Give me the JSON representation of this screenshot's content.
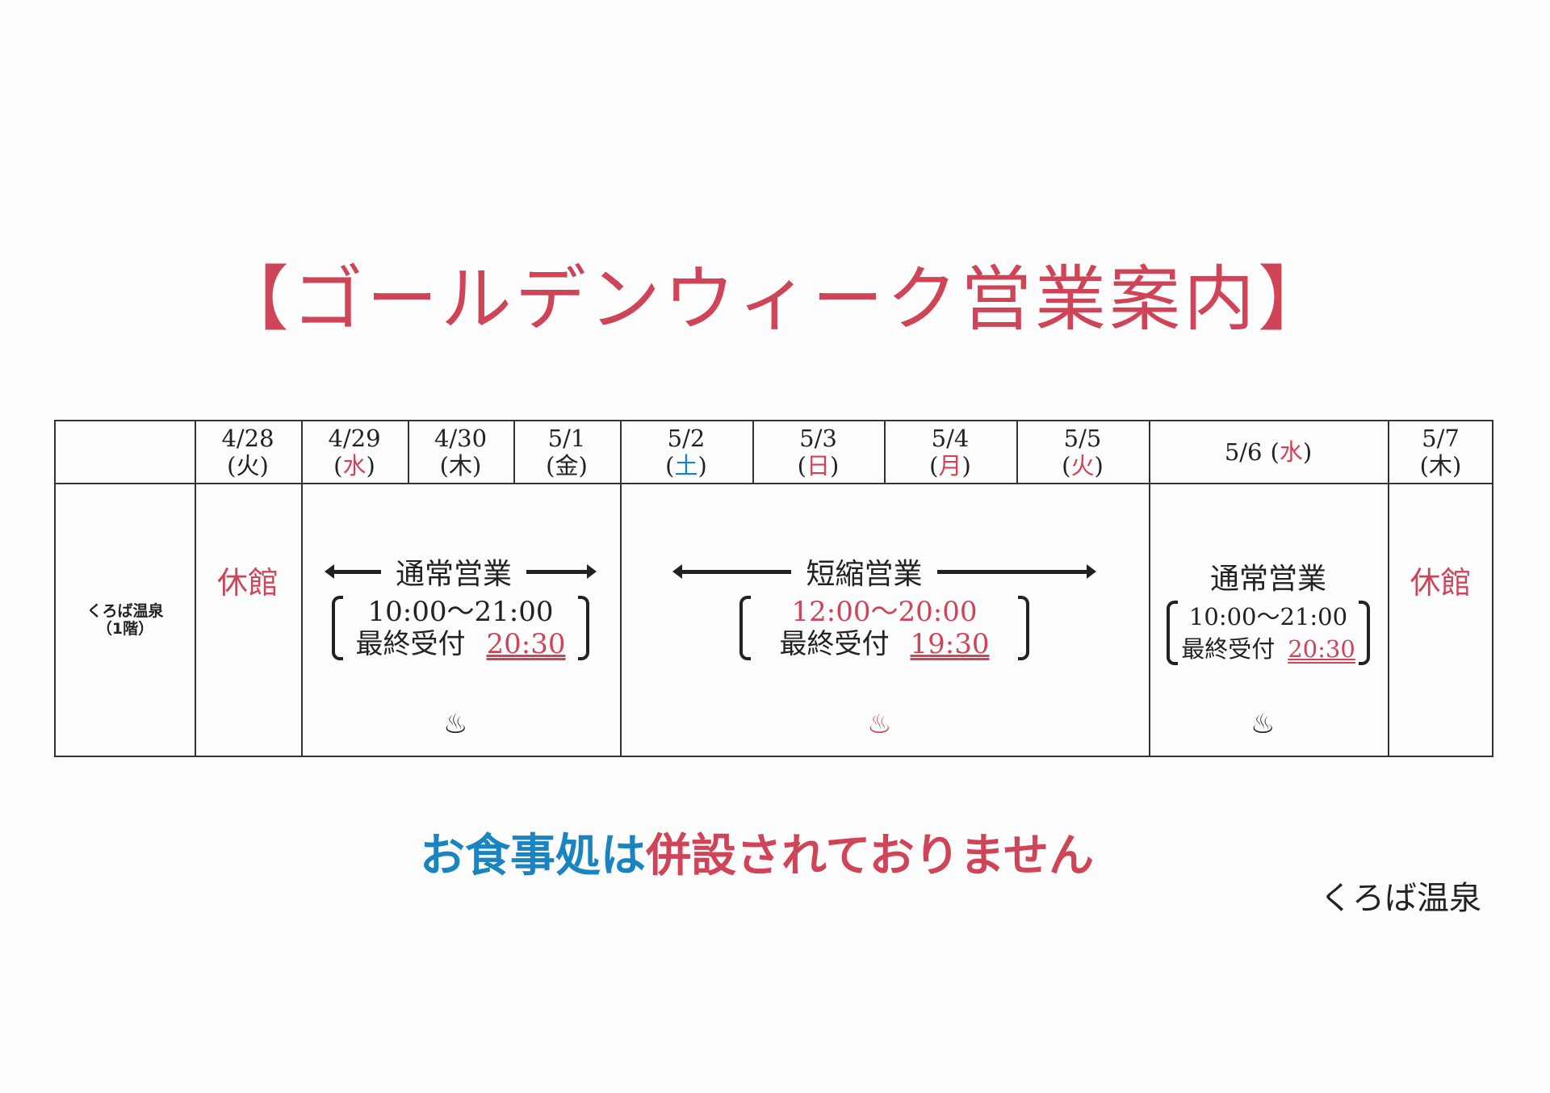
{
  "title": "【ゴールデンウィーク営業案内】",
  "location": {
    "line1": "くろば温泉",
    "line2": "（1階）"
  },
  "days": [
    {
      "date": "4/28",
      "dow": "火",
      "dow_color": "black"
    },
    {
      "date": "4/29",
      "dow": "水",
      "dow_color": "red"
    },
    {
      "date": "4/30",
      "dow": "木",
      "dow_color": "black"
    },
    {
      "date": "5/1",
      "dow": "金",
      "dow_color": "black"
    },
    {
      "date": "5/2",
      "dow": "土",
      "dow_color": "blue"
    },
    {
      "date": "5/3",
      "dow": "日",
      "dow_color": "red"
    },
    {
      "date": "5/4",
      "dow": "月",
      "dow_color": "red"
    },
    {
      "date": "5/5",
      "dow": "火",
      "dow_color": "red"
    },
    {
      "date": "5/6",
      "dow": "水",
      "dow_color": "red"
    },
    {
      "date": "5/7",
      "dow": "木",
      "dow_color": "black"
    }
  ],
  "closed_label": "休館",
  "periods": [
    {
      "label": "通常営業",
      "hours": "10:00〜21:00",
      "last_label": "最終受付",
      "last_time": "20:30"
    },
    {
      "label": "短縮営業",
      "hours": "12:00〜20:00",
      "last_label": "最終受付",
      "last_time": "19:30"
    },
    {
      "label": "通常営業",
      "hours": "10:00〜21:00",
      "last_label": "最終受付",
      "last_time": "20:30"
    }
  ],
  "onsen_symbol": "♨",
  "notice": {
    "part1": "お食事処は",
    "part2": "併設されておりません"
  },
  "signature": "くろば温泉",
  "colors": {
    "red": "#cf4456",
    "blue": "#1a84c0"
  }
}
